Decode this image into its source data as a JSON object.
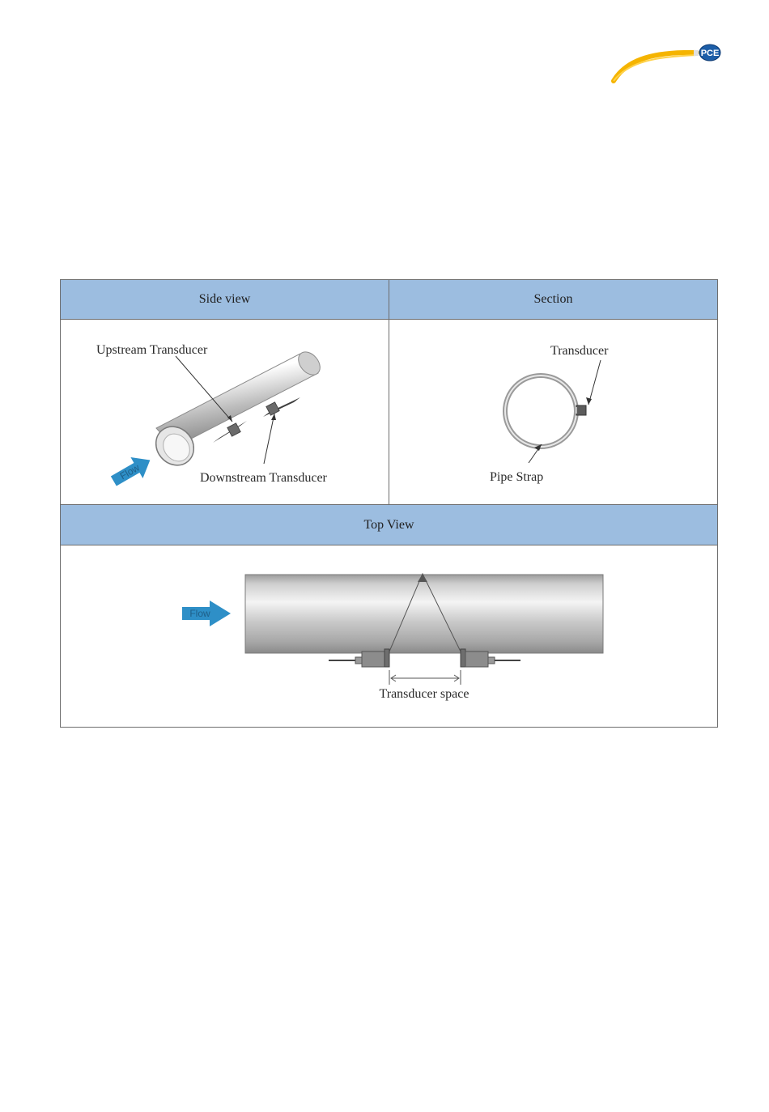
{
  "logo": {
    "text": "PCE",
    "colors": {
      "swoosh": "#f5b400",
      "badge": "#1d5ea8"
    }
  },
  "table": {
    "headers": {
      "side_view": "Side view",
      "section": "Section",
      "top_view": "Top View"
    },
    "side_view": {
      "upstream_label": "Upstream Transducer",
      "downstream_label": "Downstream Transducer",
      "flow_label": "Flow"
    },
    "section": {
      "transducer_label": "Transducer",
      "strap_label": "Pipe Strap"
    },
    "top_view": {
      "flow_label": "Flow",
      "spacing_label": "Transducer space"
    }
  },
  "colors": {
    "header_bg": "#9cbde0",
    "border": "#6d6d6d",
    "flow_arrow": "#2e8fc7",
    "pipe_mid": "#d9d9d9",
    "pipe_dark": "#8a8a8a"
  }
}
